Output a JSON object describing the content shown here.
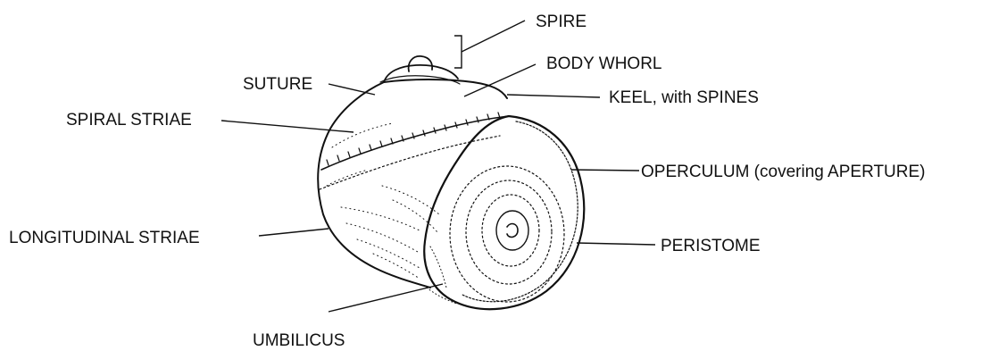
{
  "labels": {
    "spire": "SPIRE",
    "body_whorl": "BODY WHORL",
    "suture": "SUTURE",
    "keel": "KEEL, with SPINES",
    "spiral_striae": "SPIRAL STRIAE",
    "operculum": "OPERCULUM (covering APERTURE)",
    "longitudinal_striae": "LONGITUDINAL STRIAE",
    "peristome": "PERISTOME",
    "umbilicus": "UMBILICUS"
  }
}
